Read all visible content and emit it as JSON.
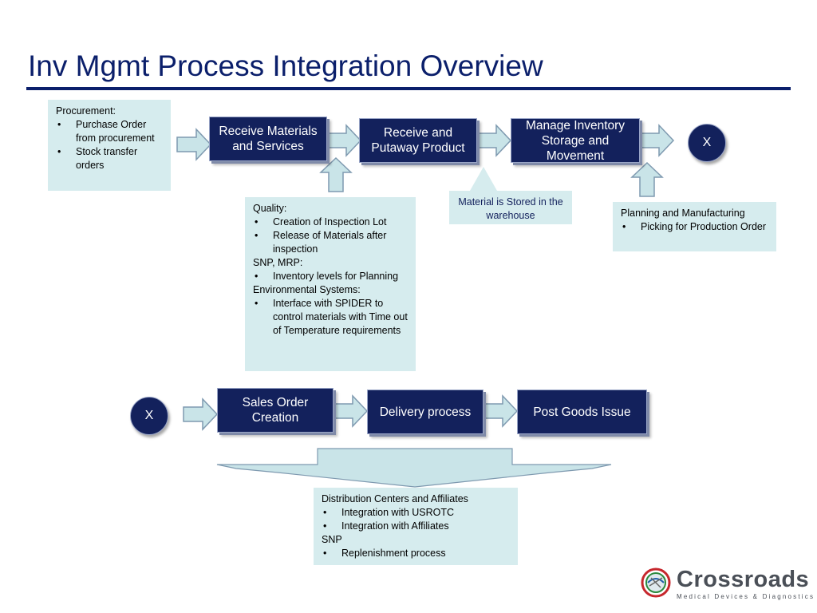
{
  "title": "Inv Mgmt Process Integration Overview",
  "notes": {
    "procurement": {
      "heading": "Procurement:",
      "items": [
        "Purchase Order from procurement",
        "Stock transfer orders"
      ]
    },
    "quality": {
      "heading": "Quality:",
      "items1": [
        "Creation of Inspection Lot",
        "Release of Materials after inspection"
      ],
      "heading2": "SNP, MRP:",
      "items2": [
        "Inventory levels for Planning"
      ],
      "heading3": "Environmental Systems:",
      "items3": [
        "Interface with SPIDER to control materials with Time out of Temperature requirements"
      ]
    },
    "stored": "Material is Stored in the warehouse",
    "planning": {
      "heading": "Planning and Manufacturing",
      "items": [
        "Picking for Production Order"
      ]
    },
    "distribution": {
      "heading": "Distribution Centers and Affiliates",
      "items1": [
        "Integration with USROTC",
        "Integration with Affiliates"
      ],
      "heading2": "SNP",
      "items2": [
        "Replenishment process"
      ]
    }
  },
  "process": {
    "receive_materials": "Receive Materials and Services",
    "receive_putaway": "Receive and Putaway Product",
    "manage_inventory": "Manage Inventory Storage and Movement",
    "connector_top": "X",
    "connector_bottom": "X",
    "sales_order": "Sales Order Creation",
    "delivery": "Delivery process",
    "post_goods": "Post Goods Issue"
  },
  "logo": {
    "name": "Crossroads",
    "tagline": "Medical Devices & Diagnostics"
  },
  "colors": {
    "process_fill": "#13215c",
    "note_fill": "#d6ecee",
    "arrow_fill": "#c9e4e8",
    "title_color": "#0b1f6b"
  }
}
